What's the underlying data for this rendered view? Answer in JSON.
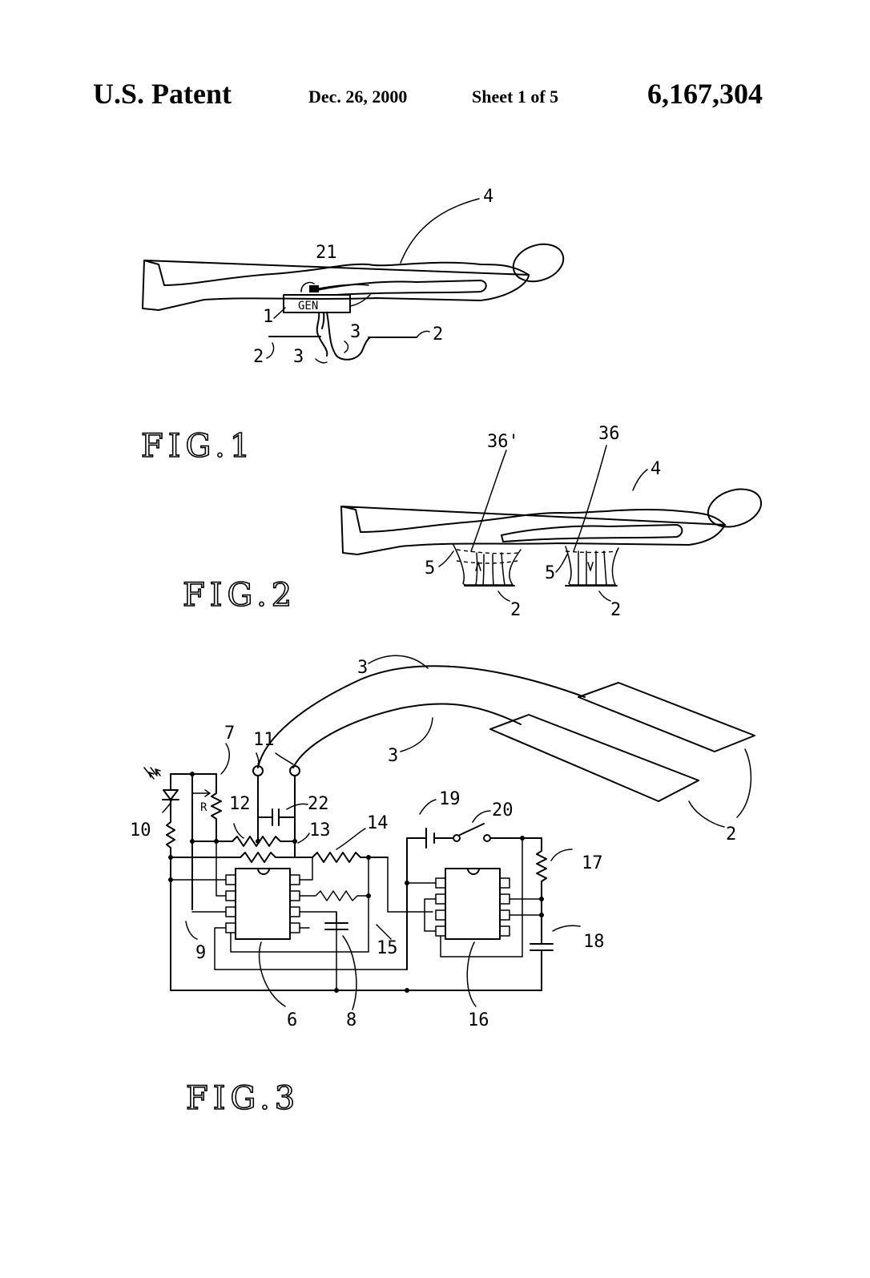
{
  "header": {
    "patent_label": "U.S. Patent",
    "date": "Dec. 26, 2000",
    "sheet": "Sheet 1 of 5",
    "patent_number": "6,167,304"
  },
  "fig1": {
    "caption": "FIG.1",
    "box_text": "GEN",
    "labels": {
      "n4": "4",
      "n21": "21",
      "n1": "1",
      "n2a": "2",
      "n2b": "2",
      "n3a": "3",
      "n3b": "3"
    }
  },
  "fig2": {
    "caption": "FIG.2",
    "labels": {
      "n36p": "36'",
      "n36": "36",
      "n4": "4",
      "n5a": "5",
      "n5b": "5",
      "n2a": "2",
      "n2b": "2"
    }
  },
  "fig3": {
    "caption": "FIG.3",
    "resistor_r": "R",
    "labels": {
      "n3a": "3",
      "n3b": "3",
      "n7": "7",
      "n11": "11",
      "n12": "12",
      "n22": "22",
      "n13": "13",
      "n14": "14",
      "n10": "10",
      "n19": "19",
      "n20": "20",
      "n17": "17",
      "n2": "2",
      "n9": "9",
      "n15": "15",
      "n18": "18",
      "n6": "6",
      "n8": "8",
      "n16": "16"
    }
  }
}
